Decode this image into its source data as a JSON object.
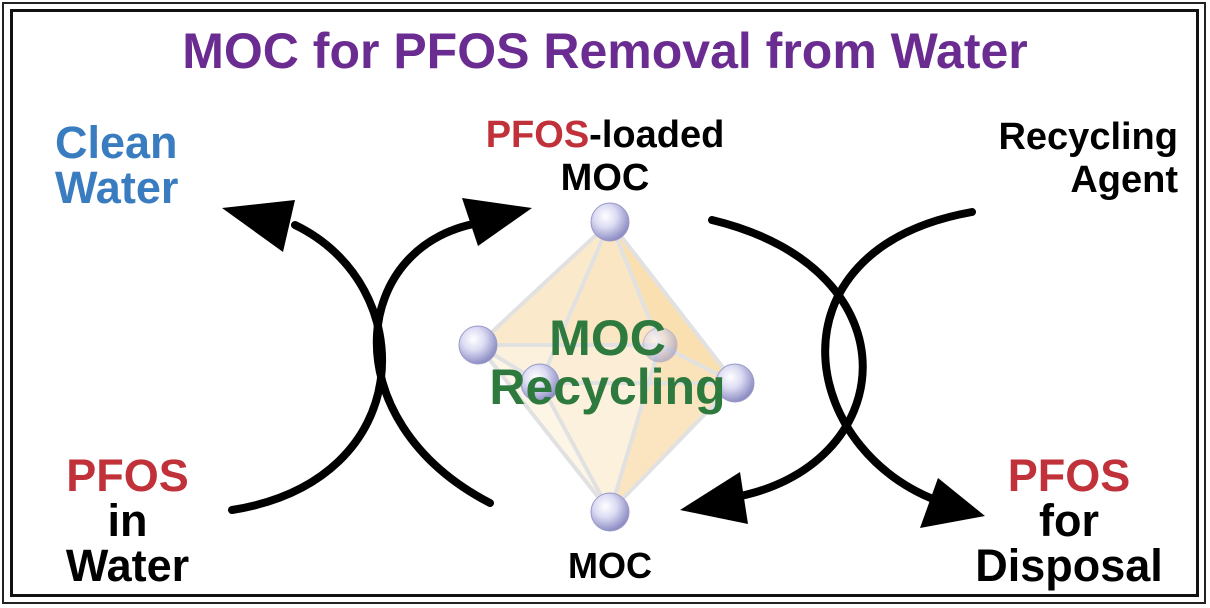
{
  "title": "MOC for PFOS Removal from Water",
  "labels": {
    "clean_water_line1": "Clean",
    "clean_water_line2": "Water",
    "loaded_pfos": "PFOS",
    "loaded_suffix": "-loaded",
    "loaded_line2": "MOC",
    "recycling_agent_line1": "Recycling",
    "recycling_agent_line2": "Agent",
    "pfos_in_water_line1": "PFOS",
    "pfos_in_water_line2": "in",
    "pfos_in_water_line3": "Water",
    "moc_bottom": "MOC",
    "disposal_line1": "PFOS",
    "disposal_line2": "for",
    "disposal_line3": "Disposal",
    "center_line1": "MOC",
    "center_line2": "Recycling"
  },
  "colors": {
    "title": "#6a2c91",
    "clean_water": "#3a7cc0",
    "pfos": "#c0313a",
    "center_text": "#2e7a3e",
    "arrow": "#000000",
    "text": "#000000",
    "octahedron_fill": "#f6c87a"
  }
}
